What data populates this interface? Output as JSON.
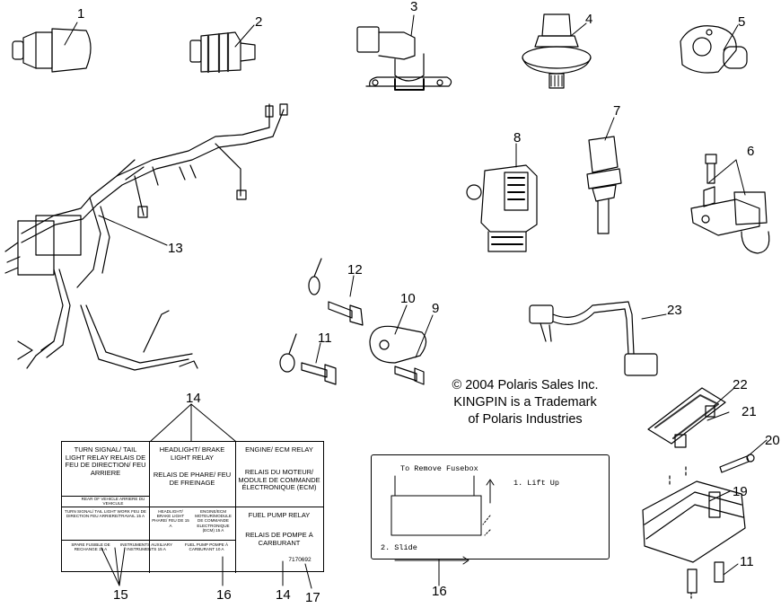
{
  "callouts": [
    "1",
    "2",
    "3",
    "4",
    "5",
    "6",
    "7",
    "8",
    "9",
    "10",
    "11",
    "12",
    "13",
    "14",
    "15",
    "16",
    "17",
    "19",
    "20",
    "21",
    "22",
    "23",
    "11",
    "14",
    "16"
  ],
  "copyright": {
    "line1": "© 2004 Polaris Sales Inc.",
    "line2": "KINGPIN is a Trademark",
    "line3": "of Polaris Industries"
  },
  "relay_label": {
    "turn_signal": "TURN SIGNAL/ TAIL LIGHT RELAY RELAIS DE FEU DE DIRECTION/ FEU ARRIERE",
    "headlight": "HEADLIGHT/ BRAKE LIGHT RELAY",
    "headlight_fr": "RELAIS DE PHARE/ FEU DE FREINAGE",
    "engine": "ENGINE/ ECM RELAY",
    "engine_fr": "RELAIS DU MOTEUR/ MODULE DE COMMANDE ÉLECTRONIQUE (ECM)",
    "rear_note": "REAR OF VEHICLE ARRIERE DU VEHICULE",
    "fuse_turn": "TURN SIGNAL/ TAIL LIGHT WORK FEU DE DIRECTION FEU ARRIERE/TRAVAIL 15 A",
    "fuse_head": "HEADLIGHT/ BRAKE LIGHT PHARE/ FEU DE 15 A",
    "fuse_engine": "ENGINE/ECM MOTEUR/MODULE DE COMMANDE ELECTRONIQUE (ECM) 15 A",
    "fuel_pump": "FUEL PUMP RELAY",
    "fuel_pump_fr": "RELAIS DE POMPE À CARBURANT",
    "fuse_spare": "SPARE FUSIBLE DE RECHANGE 15 A",
    "fuse_instr": "INSTRUMENTS AUXILIARY INSTRUMENTS 15 A",
    "fuse_fuel": "FUEL PUMP POMPE À CARBURANT 10 A",
    "part_number": "7170692"
  },
  "fusebox": {
    "title": "To Remove Fusebox",
    "step1": "1. Lift Up",
    "step2": "2. Slide"
  }
}
